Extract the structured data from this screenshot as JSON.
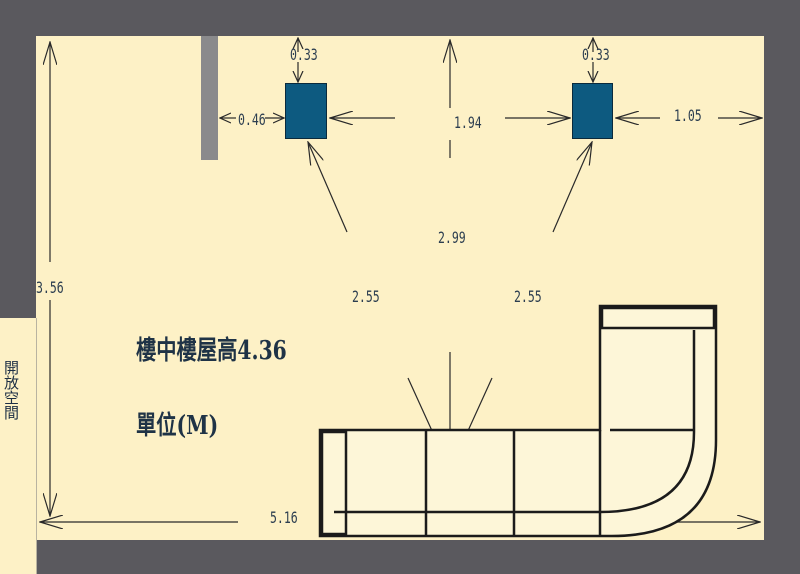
{
  "labels": {
    "floor_height": "樓中樓屋高4.36",
    "unit": "單位(M)",
    "open_space": "開放空間"
  },
  "dimensions": {
    "left_speaker_top": "0.33",
    "right_speaker_top": "0.33",
    "left_speaker_side": "0.46",
    "right_speaker_side": "1.05",
    "center_depth": "1.94",
    "speaker_spacing": "2.99",
    "room_depth": "3.56",
    "left_listening": "2.55",
    "right_listening": "2.55",
    "room_width": "5.16"
  },
  "colors": {
    "wall": "#5a595e",
    "floor": "#fdf1c6",
    "speaker": "#0d5a80",
    "pillar": "#8a8a8c",
    "line": "#1b1b1b"
  }
}
